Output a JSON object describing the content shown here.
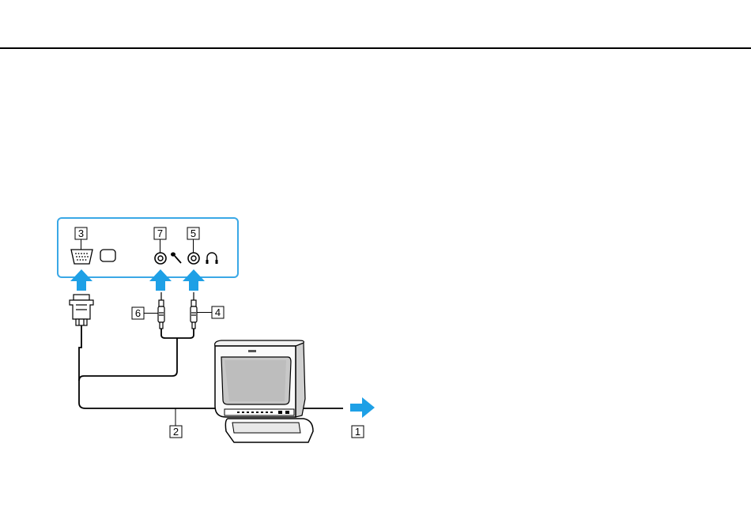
{
  "callouts": {
    "c1": "1",
    "c2": "2",
    "c3": "3",
    "c4": "4",
    "c5": "5",
    "c6": "6",
    "c7": "7"
  },
  "colors": {
    "arrow": "#1ea0e6",
    "panel_border": "#3aa8e6",
    "line": "#000000"
  }
}
